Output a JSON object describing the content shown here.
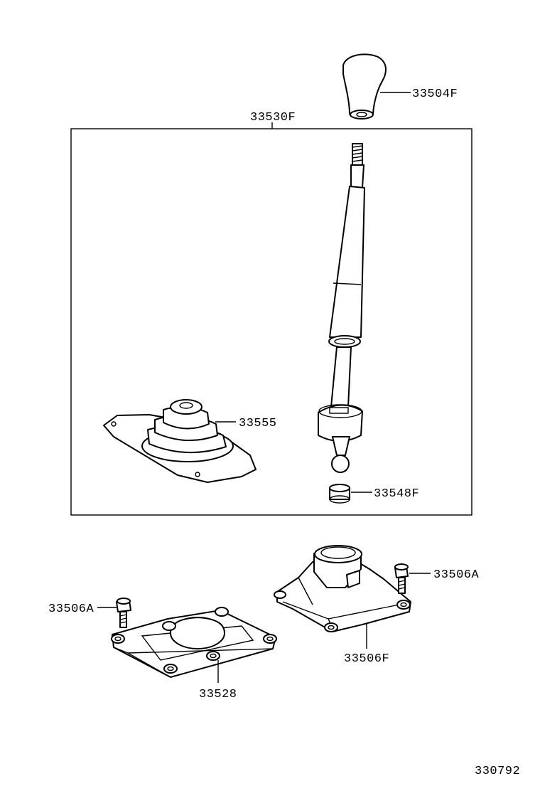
{
  "parts": {
    "knob": "33504F",
    "lever_assembly": "33530F",
    "boot": "33555",
    "bushing": "33548F",
    "bolt_right": "33506A",
    "bolt_left": "33506A",
    "cover_left": "33528",
    "retainer_right": "33506F"
  },
  "figure_number": "330792"
}
